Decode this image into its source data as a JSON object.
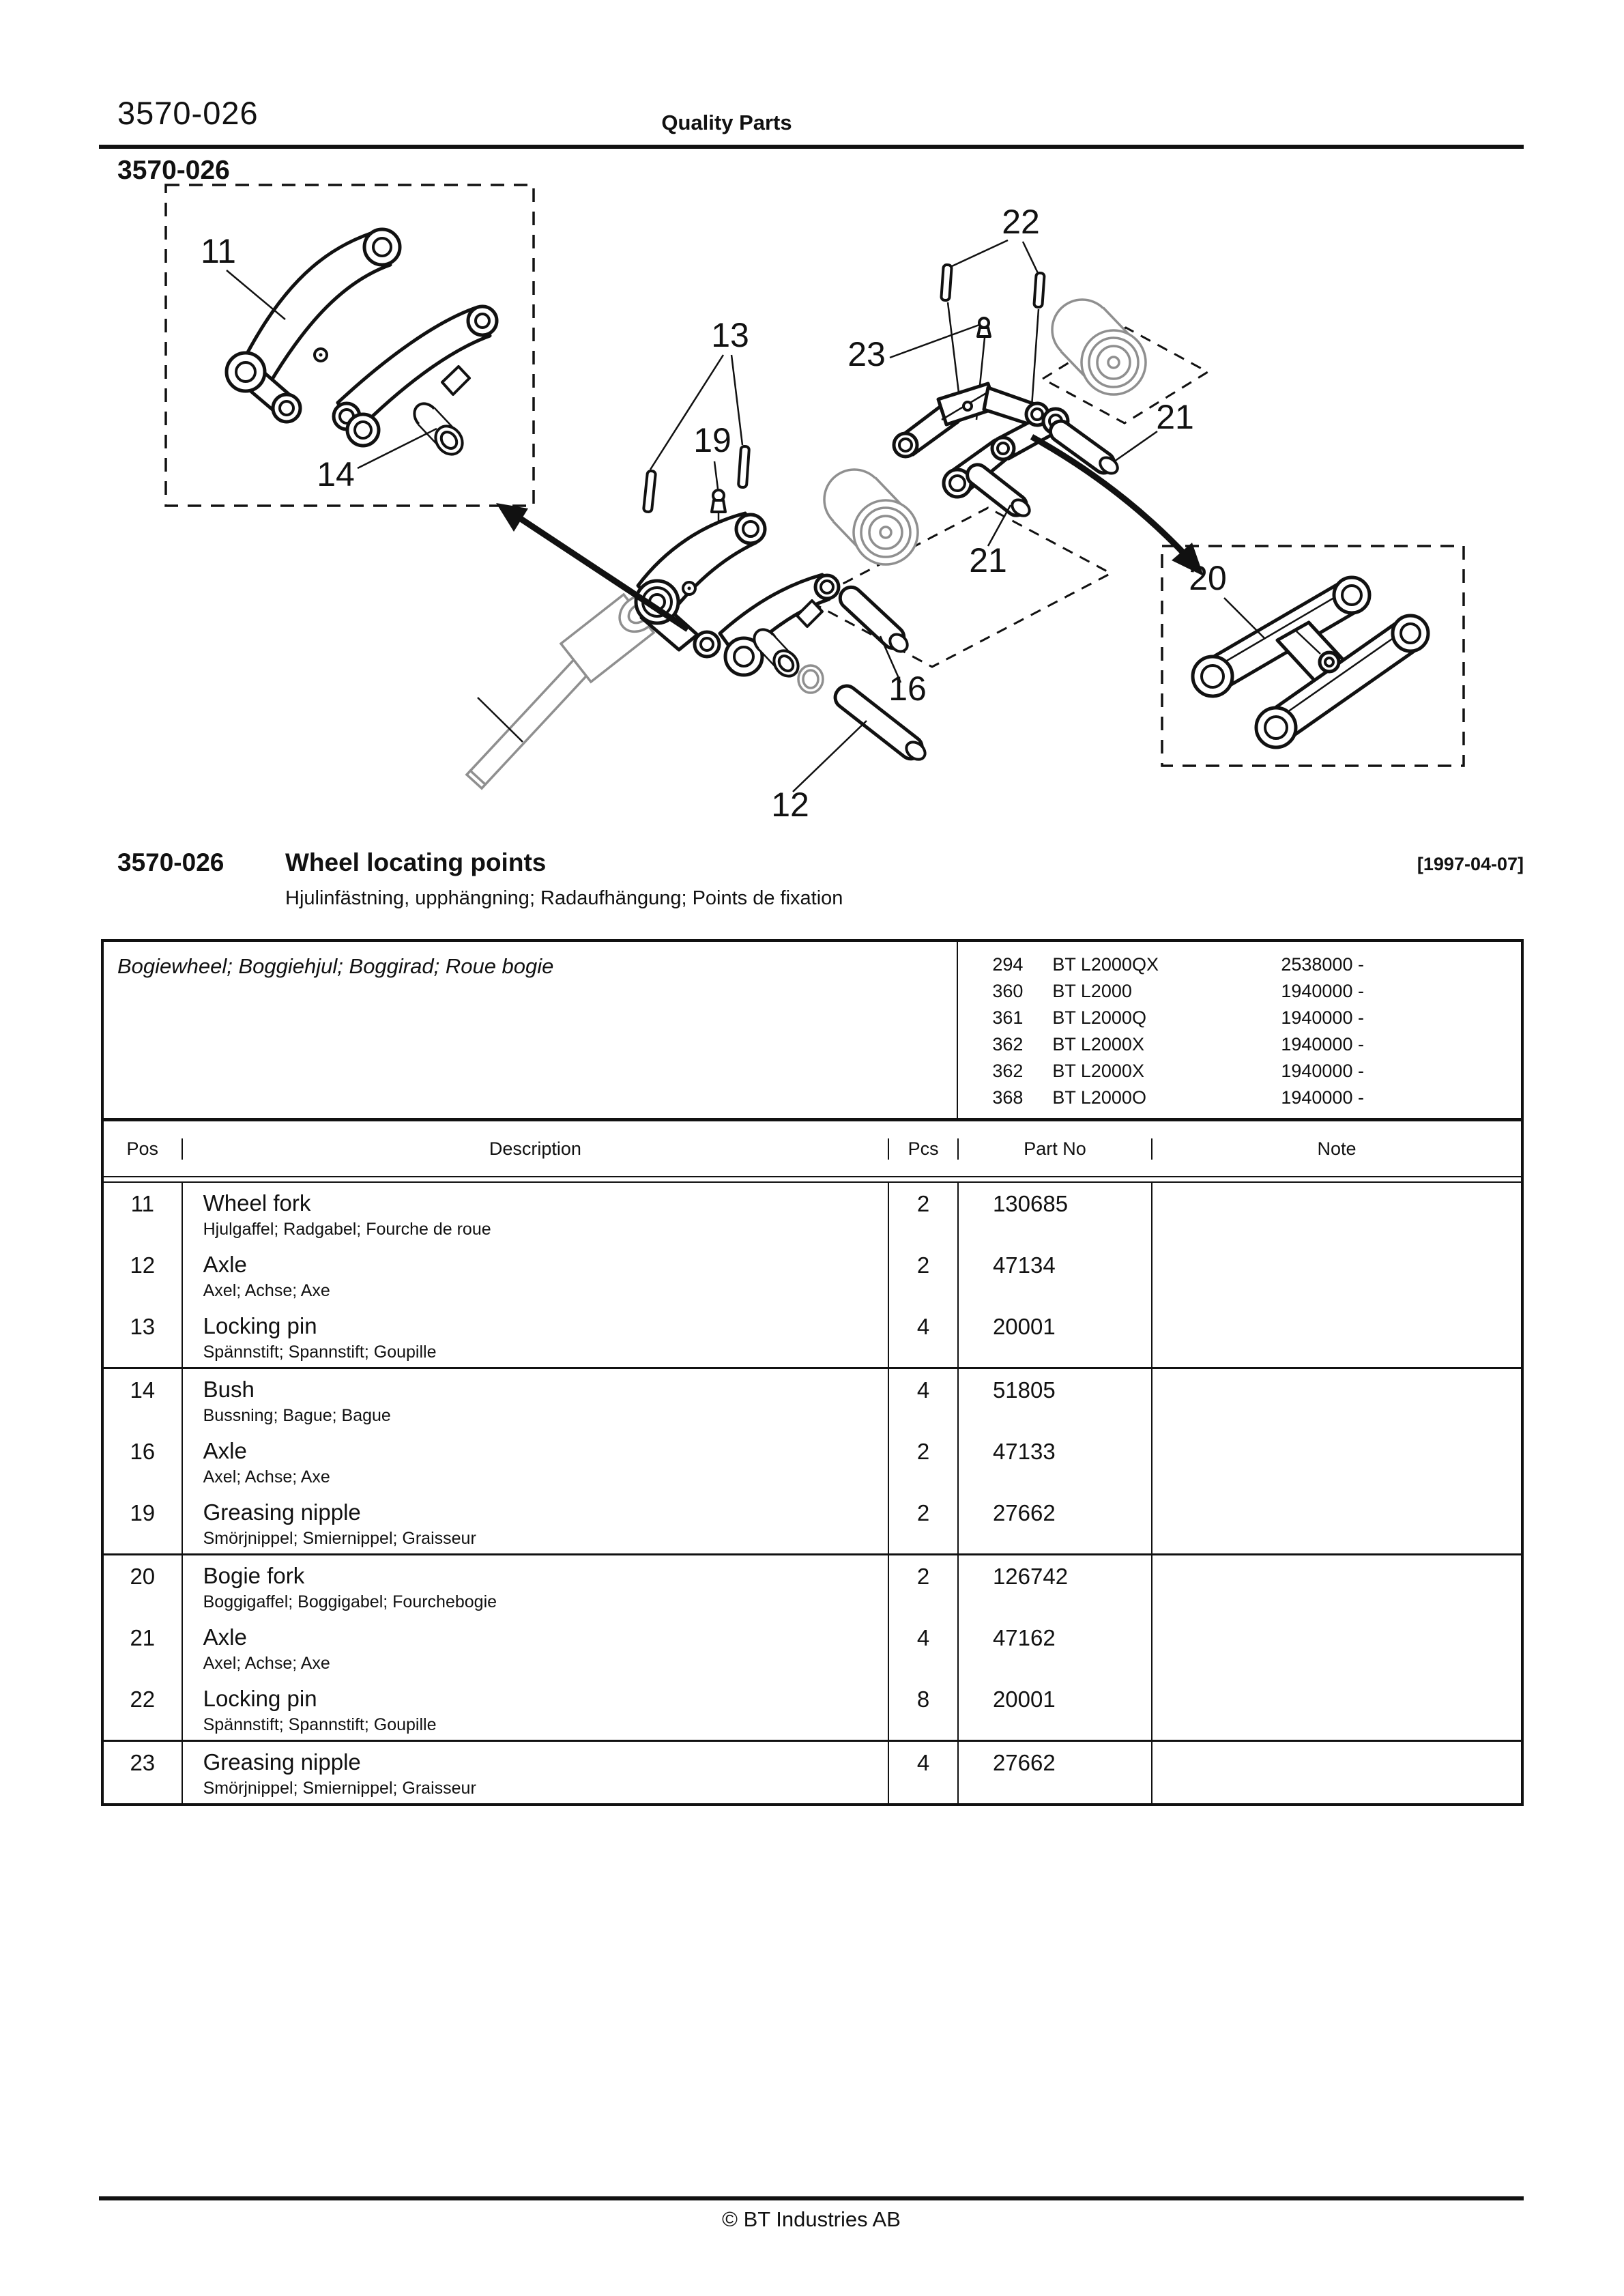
{
  "colors": {
    "ink": "#111111",
    "ghost": "#8f8f8f",
    "paper": "#ffffff"
  },
  "header": {
    "doc_number": "3570-026",
    "center_title": "Quality Parts",
    "section_number": "3570-026"
  },
  "section": {
    "code": "3570-026",
    "title": "Wheel locating points",
    "subtitle": "Hjulinfästning, upphängning; Radaufhängung; Points de fixation",
    "revision_date": "[1997-04-07]"
  },
  "diagram": {
    "labels": [
      {
        "text": "11"
      },
      {
        "text": "14"
      },
      {
        "text": "13"
      },
      {
        "text": "19"
      },
      {
        "text": "12"
      },
      {
        "text": "16"
      },
      {
        "text": "22"
      },
      {
        "text": "23"
      },
      {
        "text": "21"
      },
      {
        "text": "21"
      },
      {
        "text": "20"
      }
    ]
  },
  "model_box": {
    "family": "Bogiewheel; Boggiehjul; Boggirad; Roue bogie",
    "models": [
      {
        "code": "294",
        "name": "BT L2000QX",
        "serial": "2538000 -"
      },
      {
        "code": "360",
        "name": "BT L2000",
        "serial": "1940000 -"
      },
      {
        "code": "361",
        "name": "BT L2000Q",
        "serial": "1940000 -"
      },
      {
        "code": "362",
        "name": "BT L2000X",
        "serial": "1940000 -"
      },
      {
        "code": "362",
        "name": "BT L2000X",
        "serial": "1940000 -"
      },
      {
        "code": "368",
        "name": "BT L2000O",
        "serial": "1940000 -"
      }
    ]
  },
  "parts_table": {
    "headers": {
      "pos": "Pos",
      "description": "Description",
      "pcs": "Pcs",
      "part_no": "Part No",
      "note": "Note"
    },
    "groups": [
      {
        "rows": [
          {
            "pos": "11",
            "description": "Wheel fork",
            "translations": "Hjulgaffel; Radgabel; Fourche de roue",
            "pcs": "2",
            "part_no": "130685",
            "note": ""
          },
          {
            "pos": "12",
            "description": "Axle",
            "translations": "Axel; Achse; Axe",
            "pcs": "2",
            "part_no": "47134",
            "note": ""
          },
          {
            "pos": "13",
            "description": "Locking pin",
            "translations": "Spännstift; Spannstift; Goupille",
            "pcs": "4",
            "part_no": "20001",
            "note": ""
          }
        ]
      },
      {
        "rows": [
          {
            "pos": "14",
            "description": "Bush",
            "translations": "Bussning; Bague; Bague",
            "pcs": "4",
            "part_no": "51805",
            "note": ""
          },
          {
            "pos": "16",
            "description": "Axle",
            "translations": "Axel; Achse; Axe",
            "pcs": "2",
            "part_no": "47133",
            "note": ""
          },
          {
            "pos": "19",
            "description": "Greasing nipple",
            "translations": "Smörjnippel; Smiernippel; Graisseur",
            "pcs": "2",
            "part_no": "27662",
            "note": ""
          }
        ]
      },
      {
        "rows": [
          {
            "pos": "20",
            "description": "Bogie fork",
            "translations": "Boggigaffel; Boggigabel; Fourchebogie",
            "pcs": "2",
            "part_no": "126742",
            "note": ""
          },
          {
            "pos": "21",
            "description": "Axle",
            "translations": "Axel; Achse; Axe",
            "pcs": "4",
            "part_no": "47162",
            "note": ""
          },
          {
            "pos": "22",
            "description": "Locking pin",
            "translations": "Spännstift; Spannstift; Goupille",
            "pcs": "8",
            "part_no": "20001",
            "note": ""
          }
        ]
      },
      {
        "rows": [
          {
            "pos": "23",
            "description": "Greasing nipple",
            "translations": "Smörjnippel; Smiernippel; Graisseur",
            "pcs": "4",
            "part_no": "27662",
            "note": ""
          }
        ]
      }
    ]
  },
  "footer": {
    "copyright": "© BT Industries AB"
  }
}
